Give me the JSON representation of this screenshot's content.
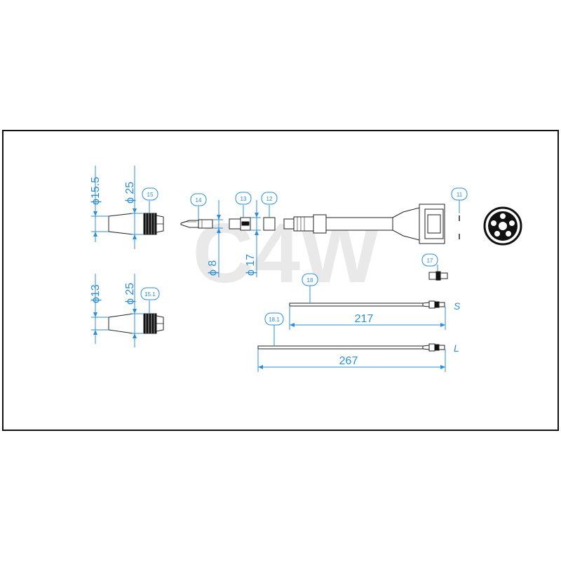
{
  "watermark": "C4W",
  "colors": {
    "dimension": "#2b8fd6",
    "frame": "#111111",
    "watermark": "#e9e9e9"
  },
  "part_tags": {
    "p15": "15",
    "p14": "14",
    "p13": "13",
    "p12": "12",
    "p11": "11",
    "p17": "17",
    "p18": "18",
    "p151": "15.1",
    "p181": "18.1"
  },
  "dimensions": {
    "d155": "ϕ15.5",
    "d25a": "ϕ 25",
    "d8": "ϕ 8",
    "d17": "ϕ 17",
    "d13": "ϕ13",
    "d25b": "ϕ 25",
    "len217": "217",
    "len267": "267"
  },
  "variants": {
    "short": "S",
    "long": "L"
  }
}
